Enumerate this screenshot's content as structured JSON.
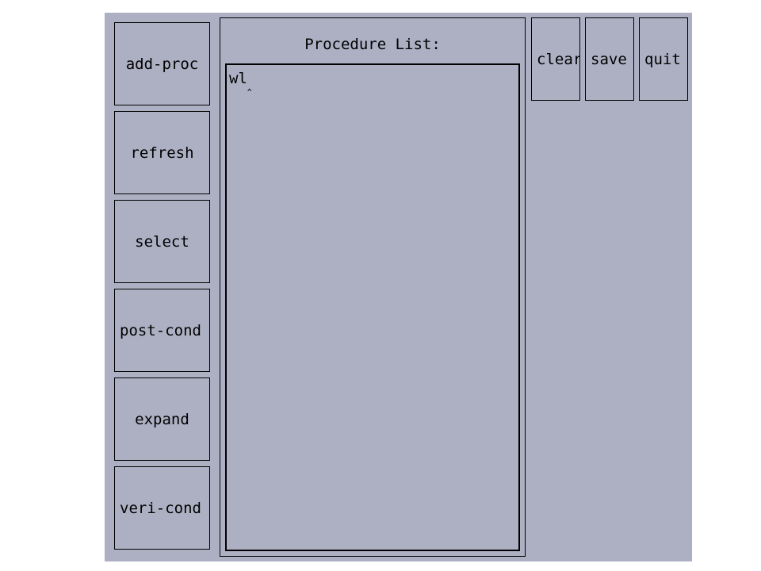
{
  "sidebar": {
    "buttons": [
      {
        "label": "add-proc"
      },
      {
        "label": "refresh"
      },
      {
        "label": "select"
      },
      {
        "label": "post-cond"
      },
      {
        "label": "expand"
      },
      {
        "label": "veri-cond"
      }
    ]
  },
  "procedure_list": {
    "title": "Procedure List:",
    "entries": [
      "wl"
    ]
  },
  "toolbar": {
    "clear_label": "clear",
    "save_label": "save",
    "quit_label": "quit"
  },
  "colors": {
    "window_bg": "#adb0c3",
    "border": "#000000"
  }
}
